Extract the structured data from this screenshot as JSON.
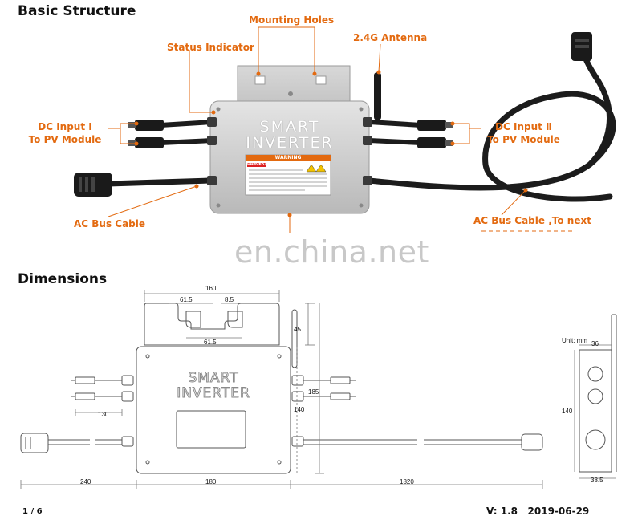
{
  "sections": {
    "structure_title": "Basic Structure",
    "dimensions_title": "Dimensions"
  },
  "callouts": {
    "mounting_holes": "Mounting Holes",
    "status_indicator": "Status Indicator",
    "antenna": "2.4G Antenna",
    "dc_input_1_line1": "DC Input Ⅰ",
    "dc_input_1_line2": "To PV Module",
    "dc_input_2_line1": "DC Input Ⅱ",
    "dc_input_2_line2": "To PV Module",
    "ac_bus_cable": "AC Bus Cable",
    "ac_bus_cable_next": "AC Bus Cable ,To next"
  },
  "device": {
    "brand_line1": "SMART",
    "brand_line2": "INVERTER",
    "warning_header": "WARNING",
    "warning_danger": "DANGER!"
  },
  "watermark": "en.china.net",
  "dimensions": {
    "width_top": "160",
    "hole_left": "61.5",
    "hole_gap": "8.5",
    "hole_width": "61.5",
    "bracket_height": "45",
    "body_height": "185",
    "case_height": "140",
    "dc_cable": "130",
    "ac_left": "240",
    "body_width": "180",
    "ac_right": "1820",
    "side_unit": "Unit: mm",
    "side_depth_top": "36",
    "side_height": "140",
    "side_depth": "38.5"
  },
  "footer": {
    "page": "1 / 6",
    "version": "V: 1.8   2019-06-29"
  },
  "colors": {
    "accent": "#e36a10",
    "case": "#c9c9c9",
    "cable": "#1c1c1c"
  }
}
